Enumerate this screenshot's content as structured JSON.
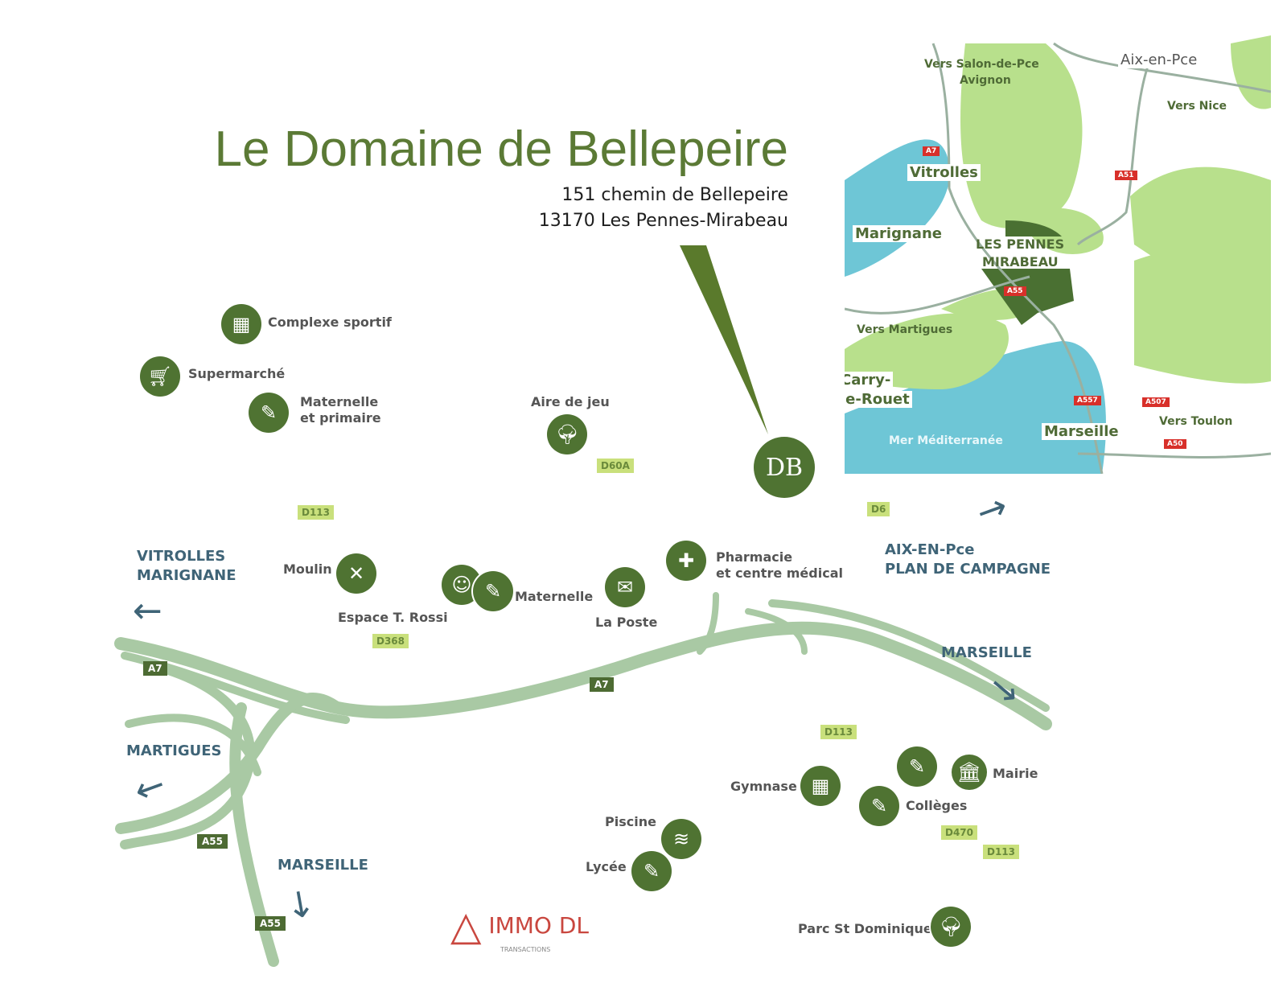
{
  "header": {
    "title": "Le Domaine de Bellepeire",
    "address_line1": "151 chemin de Bellepeire",
    "address_line2": "13170 Les Pennes-Mirabeau"
  },
  "logo": {
    "text": "DB"
  },
  "pois": [
    {
      "label": "Complexe sportif",
      "icon": "stadium-icon"
    },
    {
      "label": "Supermarché",
      "icon": "cart-icon"
    },
    {
      "label": "Maternelle",
      "label2": "et primaire",
      "icon": "pencil-icon"
    },
    {
      "label": "Aire de jeu",
      "icon": "tree-icon"
    },
    {
      "label": "Moulin",
      "icon": "windmill-icon"
    },
    {
      "label": "Espace T. Rossi",
      "icon": "theater-masks-icon"
    },
    {
      "label": "Maternelle",
      "icon": "pencil-icon"
    },
    {
      "label": "La Poste",
      "icon": "mailbox-icon"
    },
    {
      "label": "Pharmacie",
      "label2": "et centre médical",
      "icon": "medical-cross-icon"
    },
    {
      "label": "Gymnase",
      "icon": "stadium-icon"
    },
    {
      "label": "Collèges",
      "icon": "pencil-icon"
    },
    {
      "label": "Mairie",
      "icon": "town-hall-icon"
    },
    {
      "label": "Piscine",
      "icon": "pool-icon"
    },
    {
      "label": "Lycée",
      "icon": "pencil-icon"
    },
    {
      "label": "Parc St Dominique",
      "icon": "tree-icon"
    }
  ],
  "road_signs": [
    "D113",
    "D60A",
    "D6",
    "D368",
    "D113",
    "D470",
    "D113"
  ],
  "highway_signs": [
    "A7",
    "A7",
    "A55",
    "A55"
  ],
  "directions": {
    "vitrolles": "VITROLLES",
    "marignane": "MARIGNANE",
    "aix": "AIX-EN-Pce",
    "plan": "PLAN DE CAMPAGNE",
    "marseille_e": "MARSEILLE",
    "martigues": "MARTIGUES",
    "marseille_s": "MARSEILLE"
  },
  "inset": {
    "labels": [
      "Vers Salon-de-Pce",
      "Avignon",
      "Aix-en-Pce",
      "Vers Nice",
      "Vitrolles",
      "Marignane",
      "LES PENNES",
      "MIRABEAU",
      "Vers Martigues",
      "Carry-",
      "le-Rouet",
      "Mer Méditerranée",
      "Marseille",
      "Vers Toulon"
    ],
    "signs": [
      "A7",
      "A51",
      "A55",
      "A557",
      "A507",
      "A50"
    ]
  },
  "watermark": {
    "brand": "IMMO DL",
    "sub": "TRANSACTIONS"
  },
  "colors": {
    "green": "#4f7332",
    "road": "#a9c9a4",
    "direction": "#3f6477",
    "sea": "#6ec6d6",
    "land": "#b8e08c"
  }
}
